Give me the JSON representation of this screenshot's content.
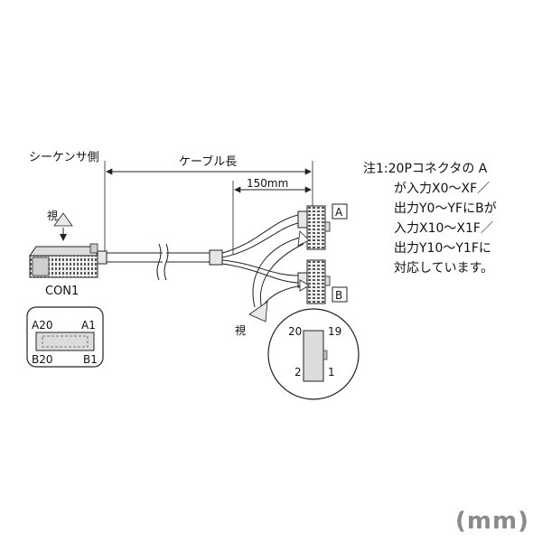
{
  "labels": {
    "sequencer_side": "シーケンサ側",
    "cable_length": "ケーブル長",
    "branch_length": "150mm",
    "view": "視",
    "con1": "CON1",
    "connector_a": "A",
    "connector_b": "B"
  },
  "con1_pins": {
    "top_left": "A20",
    "top_right": "A1",
    "bottom_left": "B20",
    "bottom_right": "B1"
  },
  "pin20_pins": {
    "top_left": "20",
    "top_right": "19",
    "bottom_left": "2",
    "bottom_right": "1"
  },
  "note": {
    "lines": [
      "注1:20Pコネクタの A",
      "が入力X0～XF／",
      "出力Y0～YFにBが",
      "入力X10～X1F／",
      "出力Y10～Y1Fに",
      "対応しています。"
    ]
  },
  "unit": "(mm)",
  "colors": {
    "line": "#222222",
    "connector_fill": "#e8e8e8",
    "unit_text": "#8a8a8a"
  }
}
